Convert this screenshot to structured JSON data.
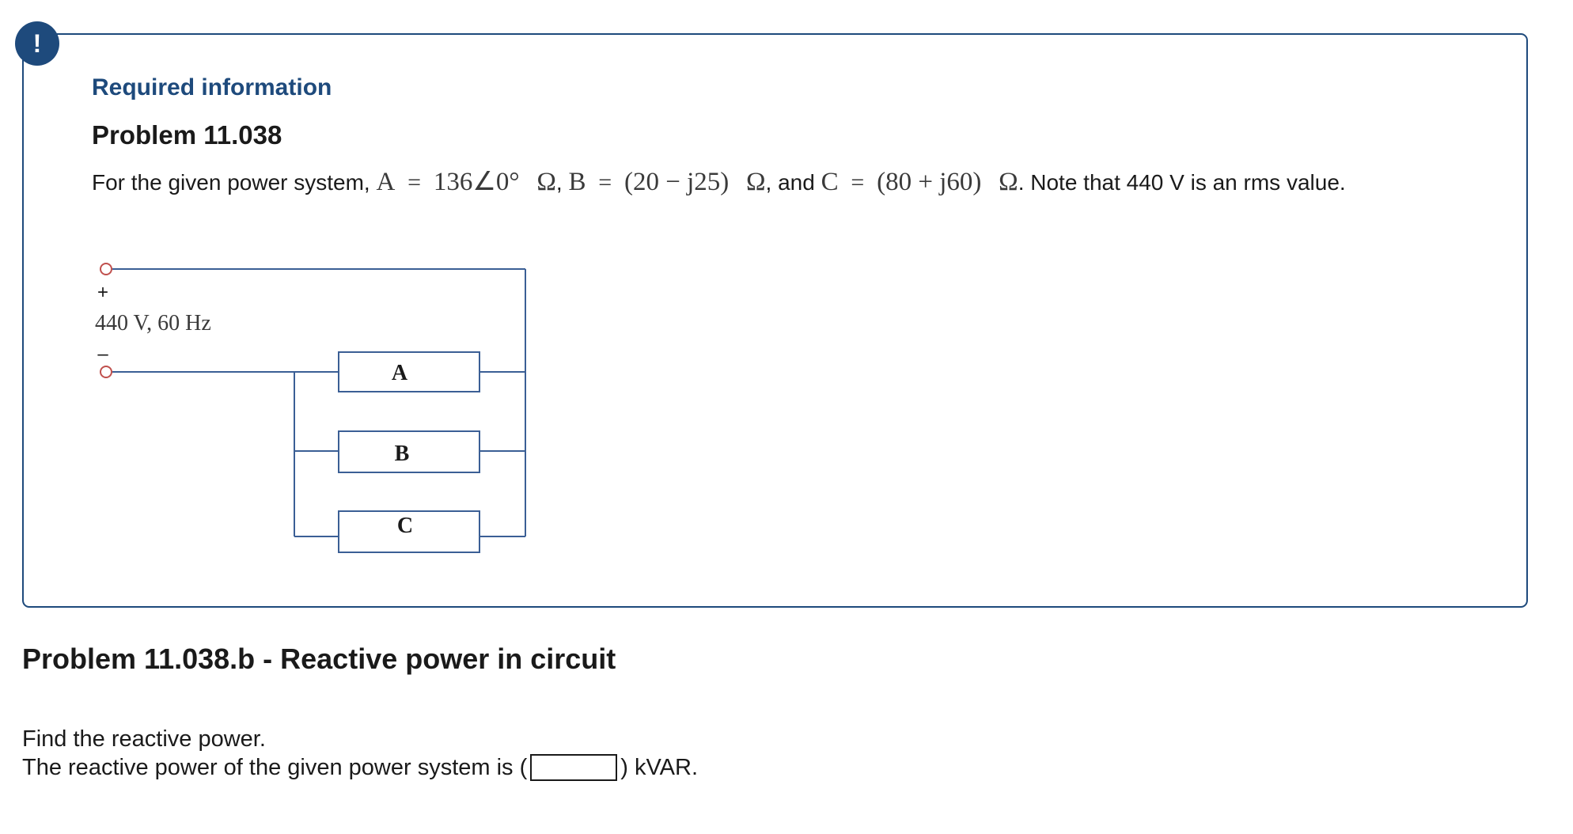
{
  "alert": {
    "glyph": "!"
  },
  "info": {
    "heading": "Required information",
    "problem_title": "Problem 11.038",
    "statement": {
      "intro": "For the given power system,",
      "a_label": "A",
      "a_value": "136∠0°",
      "b_label": "B",
      "b_value": "(20 − j25)",
      "c_label": "C",
      "c_value": "(80 + j60)",
      "equals": "=",
      "ohm": "Ω",
      "comma": ",",
      "and": ", and",
      "ending": ". Note that 440 V is an rms value."
    }
  },
  "circuit": {
    "source_label": "440 V, 60 Hz",
    "plus": "+",
    "minus": "–",
    "load_a": "A",
    "load_b": "B",
    "load_c": "C",
    "colors": {
      "wire": "#3b5f95",
      "terminal": "#c0504d",
      "box": "#3b5f95"
    }
  },
  "section": {
    "title": "Problem 11.038.b - Reactive power in circuit"
  },
  "question": {
    "prompt": "Find the reactive power.",
    "answer_prefix": "The reactive power of the given power system is (",
    "answer_value": "",
    "answer_suffix": ") kVAR."
  },
  "colors": {
    "accent": "#1e4a7c",
    "text": "#1a1a1a"
  }
}
